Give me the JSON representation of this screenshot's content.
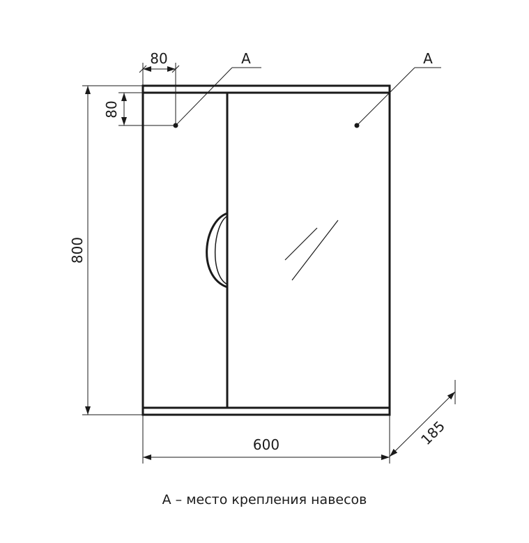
{
  "dimensions": {
    "width": "600",
    "height": "800",
    "depth": "185",
    "hinge_offset_x": "80",
    "hinge_offset_y": "80"
  },
  "labels": {
    "mount_left": "А",
    "mount_right": "А"
  },
  "caption": "А – место крепления навесов",
  "colors": {
    "line": "#1a1a1a",
    "background": "#ffffff"
  }
}
